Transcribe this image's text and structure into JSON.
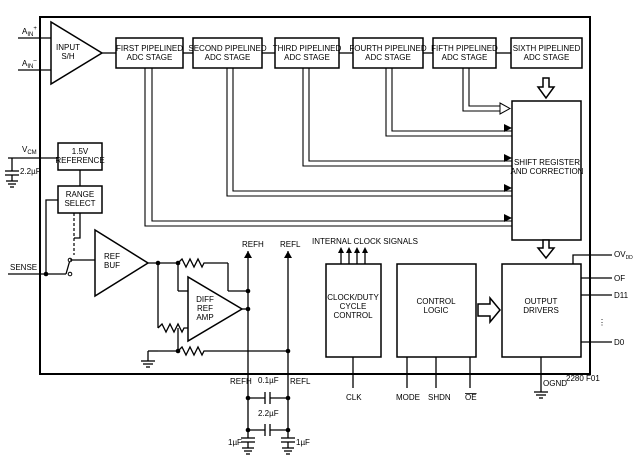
{
  "stages": [
    "FIRST PIPELINED\nADC STAGE",
    "SECOND PIPELINED\nADC STAGE",
    "THIRD PIPELINED\nADC STAGE",
    "FOURTH PIPELINED\nADC STAGE",
    "FIFTH PIPELINED\nADC STAGE",
    "SIXTH PIPELINED\nADC STAGE"
  ],
  "blocks": {
    "input_sh": "INPUT\nS/H",
    "reference": "1.5V\nREFERENCE",
    "range_select": "RANGE\nSELECT",
    "ref_buf": "REF\nBUF",
    "diff_ref_amp": "DIFF\nREF\nAMP",
    "shift_register": "SHIFT REGISTER\nAND CORRECTION",
    "clock_control": "CLOCK/DUTY\nCYCLE\nCONTROL",
    "control_logic": "CONTROL\nLOGIC",
    "output_drivers": "OUTPUT\nDRIVERS"
  },
  "labels": {
    "ain_plus": "A",
    "ain_plus_sub": "IN",
    "ain_plus_sup": "+",
    "ain_minus": "A",
    "ain_minus_sub": "IN",
    "ain_minus_sup": "–",
    "vcm": "V",
    "vcm_sub": "CM",
    "cap_vcm": "2.2µF",
    "sense": "SENSE",
    "refh_top": "REFH",
    "refl_top": "REFL",
    "refh_bottom": "REFH",
    "refl_bottom": "REFL",
    "internal_clock": "INTERNAL CLOCK SIGNALS",
    "clk": "CLK",
    "mode": "MODE",
    "shdn": "SHDN",
    "oe": "OE",
    "ognd": "OGND",
    "ovdd": "OV",
    "ovdd_sub": "DD",
    "of": "OF",
    "d11": "D11",
    "d0": "D0",
    "cap_01": "0.1µF",
    "cap_22": "2.2µF",
    "cap_1a": "1µF",
    "cap_1b": "1µF",
    "ellipsis": "⋮",
    "figure_code": "2280 F01"
  }
}
